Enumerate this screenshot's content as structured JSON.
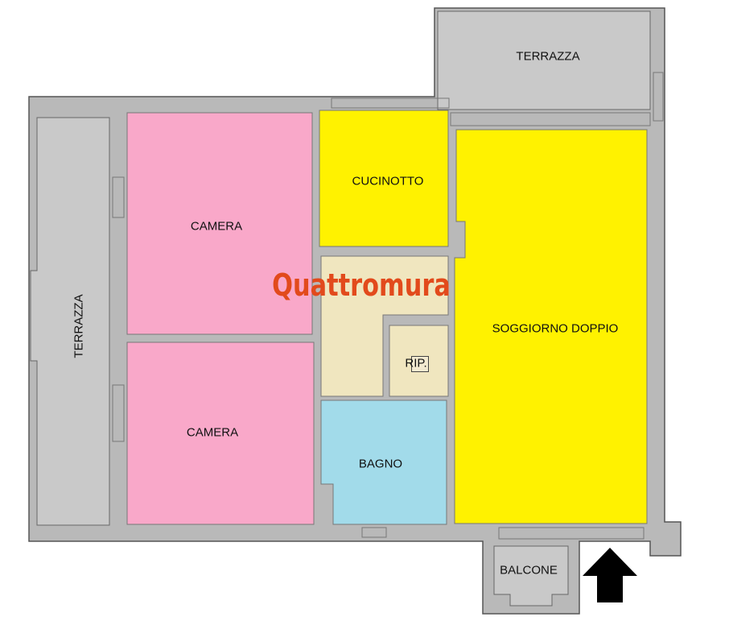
{
  "brand": {
    "text": "Quattromura",
    "color": "#e24a1c"
  },
  "rooms": {
    "terrazza_top": "TERRAZZA",
    "terrazza_left": "TERRAZZA",
    "camera_top": "CAMERA",
    "camera_bottom": "CAMERA",
    "cucinotto": "CUCINOTTO",
    "soggiorno": "SOGGIORNO DOPPIO",
    "ripostiglio": "RIP.",
    "bagno": "BAGNO",
    "balcone": "BALCONE"
  },
  "colors": {
    "wall": "#b9b9b9",
    "outdoor": "#c9c9c9",
    "camera": "#f9a8c9",
    "living": "#fff200",
    "corridor": "#f0e6bf",
    "bagno": "#a2dbea",
    "entrance_arrow": "#000000"
  },
  "icons": {
    "entrance": "entrance-arrow-icon"
  }
}
